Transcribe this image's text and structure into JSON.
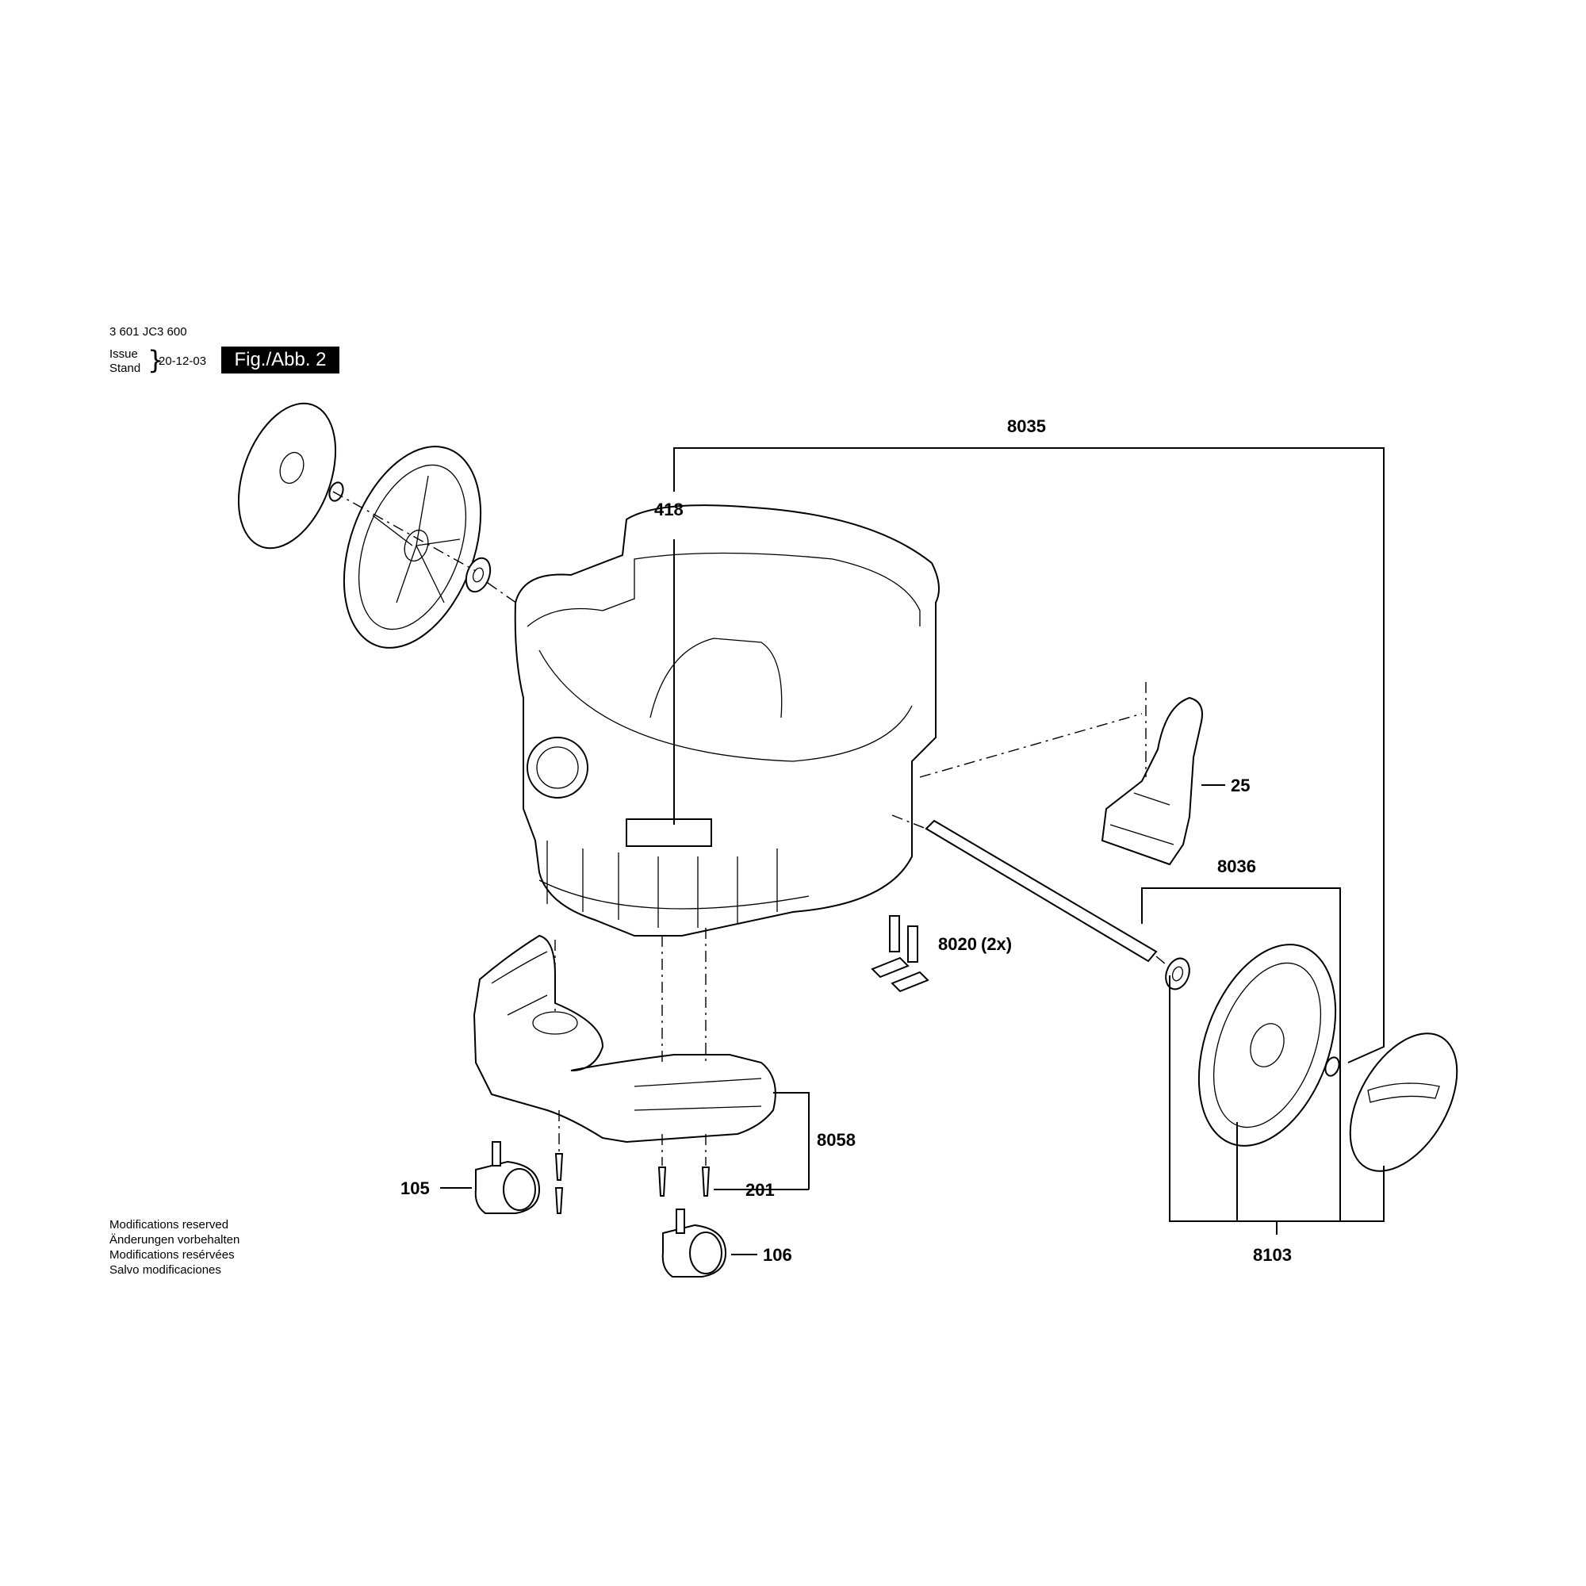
{
  "header": {
    "part_number": "3 601 JC3 600",
    "issue_label": "Issue",
    "stand_label": "Stand",
    "issue_date": "20-12-03",
    "figure_label": "Fig./Abb. 2"
  },
  "notes": [
    "Modifications reserved",
    "Änderungen vorbehalten",
    "Modifications resérvées",
    "Salvo modificaciones"
  ],
  "callouts": {
    "c8035": "8035",
    "c418": "418",
    "c25": "25",
    "c8036": "8036",
    "c8020": "8020",
    "c8020_qty": "(2x)",
    "c8058": "8058",
    "c105": "105",
    "c201": "201",
    "c106": "106",
    "c8103": "8103"
  }
}
